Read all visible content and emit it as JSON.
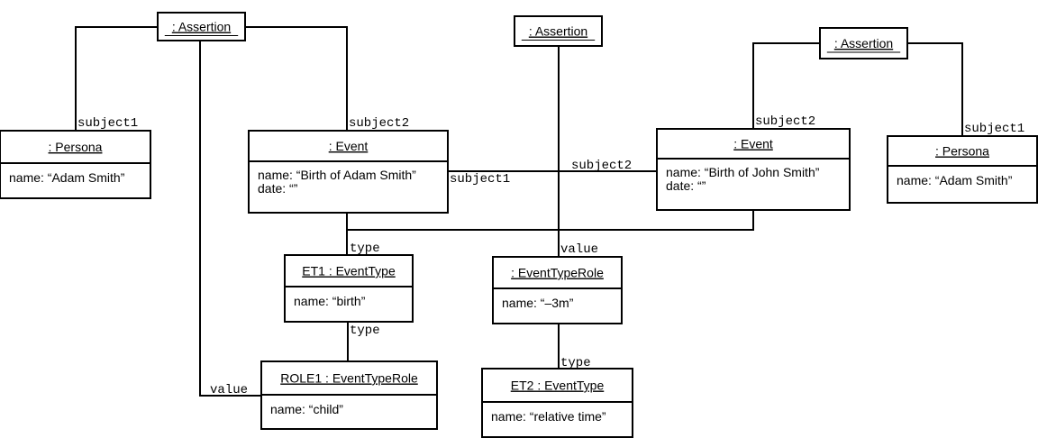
{
  "objects": {
    "assertion1": {
      "title": ": Assertion",
      "attrs": []
    },
    "assertion2": {
      "title": ": Assertion",
      "attrs": []
    },
    "assertion3": {
      "title": ": Assertion",
      "attrs": []
    },
    "persona1": {
      "title": ": Persona",
      "attrs": [
        "name: “Adam Smith”"
      ]
    },
    "event1": {
      "title": ": Event",
      "attrs": [
        "name: “Birth of Adam Smith”",
        "date: “”"
      ]
    },
    "event2": {
      "title": ": Event",
      "attrs": [
        "name: “Birth of John Smith”",
        "date: “”"
      ]
    },
    "persona2": {
      "title": ": Persona",
      "attrs": [
        "name: “Adam Smith”"
      ]
    },
    "et1": {
      "title": "ET1 : EventType",
      "attrs": [
        "name: “birth”"
      ]
    },
    "etr": {
      "title": ": EventTypeRole",
      "attrs": [
        "name: “–3m”"
      ]
    },
    "role1": {
      "title": "ROLE1 : EventTypeRole",
      "attrs": [
        "name: “child”"
      ]
    },
    "et2": {
      "title": "ET2 : EventType",
      "attrs": [
        "name: “relative time”"
      ]
    }
  },
  "roles": {
    "a1_subject1": "subject1",
    "a1_subject2": "subject2",
    "a1_value": "value",
    "a2_subject1": "subject1",
    "a2_subject2": "subject2",
    "a2_value": "value",
    "a3_subject2": "subject2",
    "a3_subject1": "subject1",
    "et1_type": "type",
    "role1_type": "type",
    "et2_type": "type"
  }
}
